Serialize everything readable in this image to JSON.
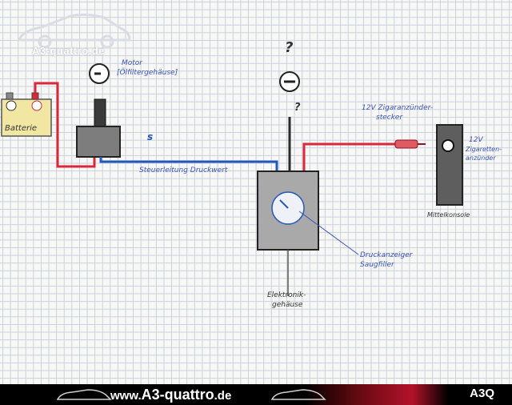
{
  "watermark": {
    "text": "A3-quattro.de"
  },
  "labels": {
    "battery": "Batterie",
    "battery_minus": "−",
    "battery_plus": "+",
    "motor_line1": "Motor",
    "motor_line2": "[Ölfiltergehäuse]",
    "signal_line": "Steuerleitung Druckwert",
    "s_mark": "s",
    "question_top": "?",
    "question_mid": "?",
    "minus_symbol": "−",
    "plug_line1": "12V Zigaranzünder-",
    "plug_line2": "stecker",
    "socket_line1": "12V",
    "socket_line2": "Zigaretten-",
    "socket_line3": "anzünder",
    "console": "Mittelkonsole",
    "gauge_line1": "Druckanzeiger",
    "gauge_line2": "Saugfiller",
    "electronics_line1": "Elektronik-",
    "electronics_line2": "gehäuse"
  },
  "footer": {
    "url_prefix": "www.",
    "url_main": "A3-quattro",
    "url_suffix": ".de",
    "model": "A3Q"
  },
  "colors": {
    "wire_red": "#d8283a",
    "wire_blue": "#2457b8",
    "wire_black": "#2a2a2a",
    "box_fill": "#7d7d7d",
    "gauge_fill": "#a9a9a9",
    "battery_fill": "#f1e7a2",
    "ink_blue": "#3a55b8"
  }
}
